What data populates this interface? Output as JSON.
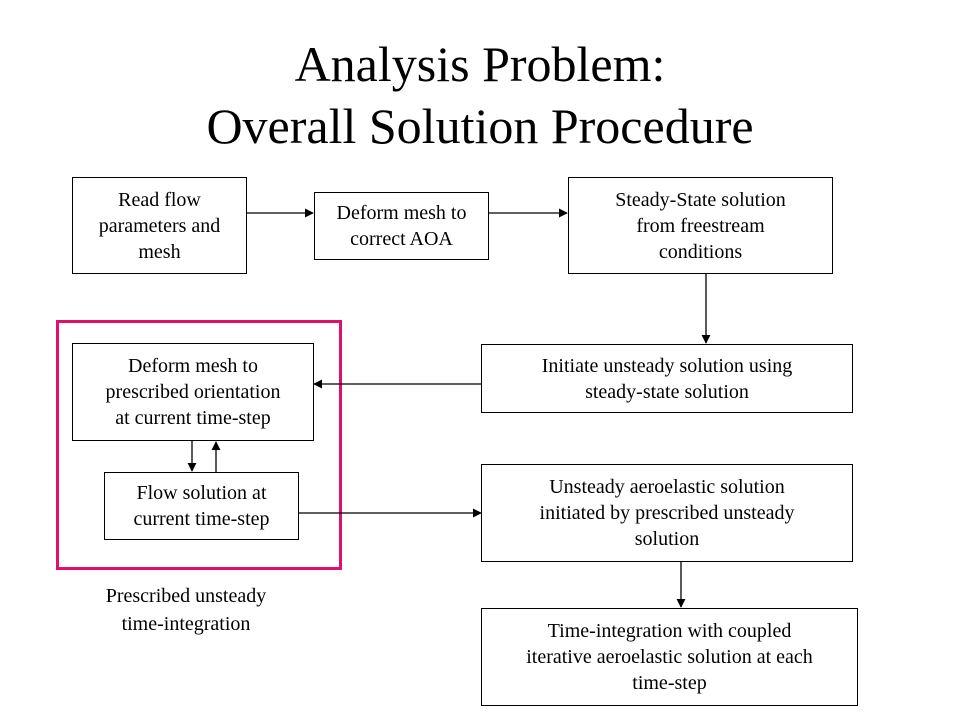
{
  "title": {
    "line1": "Analysis Problem:",
    "line2": "Overall Solution Procedure"
  },
  "nodes": {
    "read_flow": "Read flow\nparameters and\nmesh",
    "deform_aoa": "Deform mesh to\ncorrect AOA",
    "steady_state": "Steady-State solution\nfrom freestream\nconditions",
    "initiate_unsteady": "Initiate unsteady solution using\nsteady-state solution",
    "deform_prescribed": "Deform mesh to\nprescribed orientation\nat current time-step",
    "flow_solution": "Flow solution at\ncurrent time-step",
    "unsteady_aeroelastic": "Unsteady aeroelastic solution\ninitiated by prescribed unsteady\nsolution",
    "time_integration": "Time-integration with coupled\niterative aeroelastic solution at each\ntime-step"
  },
  "group_label": "Prescribed unsteady\ntime-integration",
  "colors": {
    "group_border": "#e0106a",
    "stroke": "#000000"
  }
}
